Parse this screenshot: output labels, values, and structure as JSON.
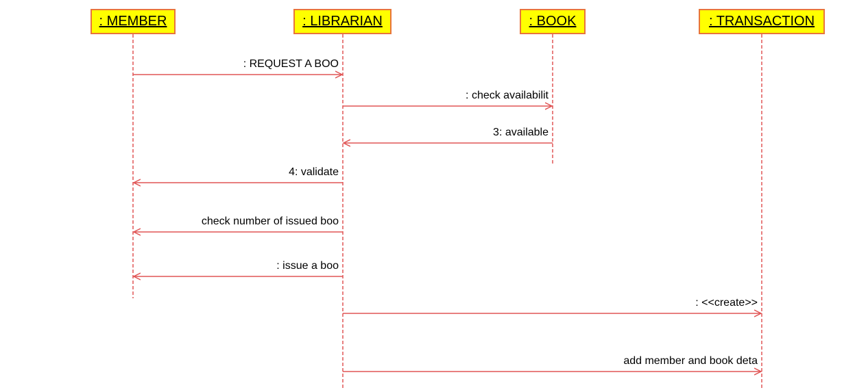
{
  "lifelines": [
    {
      "id": "member",
      "label": ": MEMBER"
    },
    {
      "id": "librarian",
      "label": ": LIBRARIAN"
    },
    {
      "id": "book",
      "label": ": BOOK"
    },
    {
      "id": "transaction",
      "label": ": TRANSACTION"
    }
  ],
  "messages": [
    {
      "from": "member",
      "to": "librarian",
      "label": ": REQUEST A BOO"
    },
    {
      "from": "librarian",
      "to": "book",
      "label": ": check availabilit"
    },
    {
      "from": "book",
      "to": "librarian",
      "label": "3: available"
    },
    {
      "from": "librarian",
      "to": "member",
      "label": "4: validate"
    },
    {
      "from": "librarian",
      "to": "member",
      "label": "check number of issued boo"
    },
    {
      "from": "librarian",
      "to": "member",
      "label": ": issue a boo"
    },
    {
      "from": "librarian",
      "to": "transaction",
      "label": ": <<create>>"
    },
    {
      "from": "librarian",
      "to": "transaction",
      "label": "add member and book deta"
    }
  ],
  "colors": {
    "object_fill": "#ffff00",
    "object_border": "#e8743b",
    "line": "#e05555"
  }
}
